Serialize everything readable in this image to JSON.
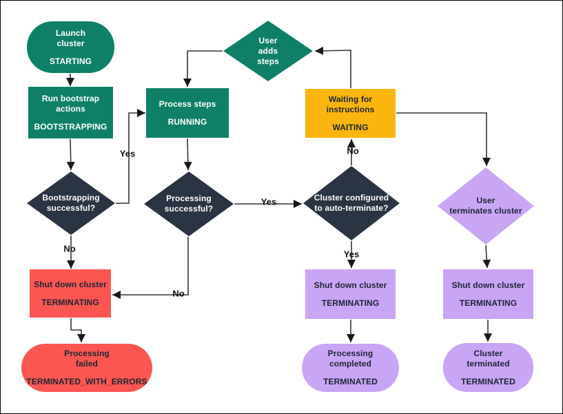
{
  "colors": {
    "teal": "#0F8067",
    "navy": "#2B3442",
    "gold": "#FBB50F",
    "red": "#FB5652",
    "purple": "#C9A5F6",
    "text_light": "#FFFFFF",
    "text_dark": "#1B2531",
    "connector": "#333333"
  },
  "nodes": {
    "launch_cluster": {
      "lines": [
        "Launch",
        "cluster"
      ],
      "state": "STARTING"
    },
    "run_bootstrap": {
      "lines": [
        "Run bootstrap",
        "actions"
      ],
      "state": "BOOTSTRAPPING"
    },
    "process_steps": {
      "lines": [
        "Process steps"
      ],
      "state": "RUNNING"
    },
    "user_adds_steps": {
      "lines": [
        "User",
        "adds",
        "steps"
      ]
    },
    "waiting": {
      "lines": [
        "Waiting for",
        "instructions"
      ],
      "state": "WAITING"
    },
    "bootstrapping_successful": {
      "lines": [
        "Bootstrapping",
        "successful?"
      ]
    },
    "processing_successful": {
      "lines": [
        "Processing",
        "successful?"
      ]
    },
    "auto_terminate": {
      "lines": [
        "Cluster configured",
        "to auto-terminate?"
      ]
    },
    "user_terminates": {
      "lines": [
        "User",
        "terminates cluster"
      ]
    },
    "shutdown_after_error": {
      "lines": [
        "Shut down cluster"
      ],
      "state": "TERMINATING"
    },
    "shutdown_after_complete": {
      "lines": [
        "Shut down cluster"
      ],
      "state": "TERMINATING"
    },
    "shutdown_after_user": {
      "lines": [
        "Shut down cluster"
      ],
      "state": "TERMINATING"
    },
    "processing_failed": {
      "lines": [
        "Processing",
        "failed"
      ],
      "state": "TERMINATED_WITH_ERRORS"
    },
    "processing_completed": {
      "lines": [
        "Processing",
        "completed"
      ],
      "state": "TERMINATED"
    },
    "cluster_terminated": {
      "lines": [
        "Cluster",
        "terminated"
      ],
      "state": "TERMINATED"
    }
  },
  "edge_labels": {
    "bootstrap_yes": "Yes",
    "bootstrap_no": "No",
    "processing_yes": "Yes",
    "processing_no": "No",
    "autoterminate_no": "No",
    "autoterminate_yes": "Yes"
  }
}
